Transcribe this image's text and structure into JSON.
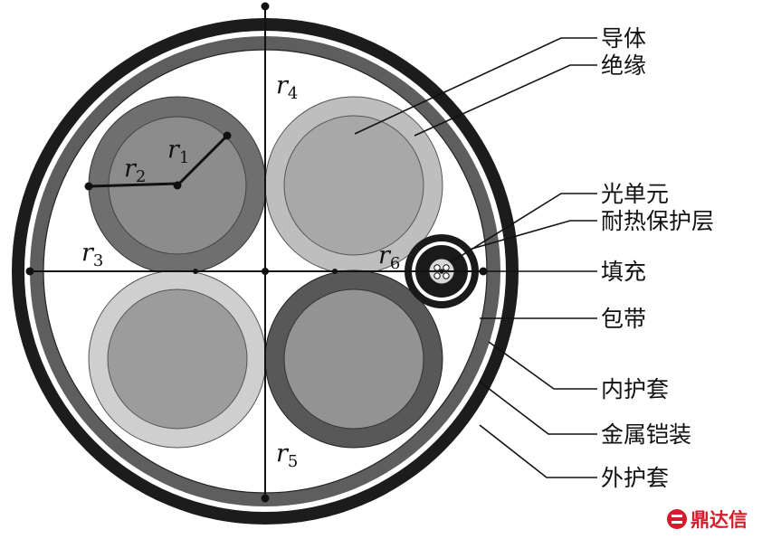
{
  "labels": {
    "conductor": "导体",
    "insulation": "绝缘",
    "optical_unit": "光单元",
    "heat_protection": "耐热保护层",
    "filler": "填充",
    "wrapping_tape": "包带",
    "inner_sheath": "内护套",
    "metal_armor": "金属铠装",
    "outer_sheath": "外护套"
  },
  "radii": {
    "r1": {
      "base": "r",
      "sub": "1"
    },
    "r2": {
      "base": "r",
      "sub": "2"
    },
    "r3": {
      "base": "r",
      "sub": "3"
    },
    "r4": {
      "base": "r",
      "sub": "4"
    },
    "r5": {
      "base": "r",
      "sub": "5"
    },
    "r6": {
      "base": "r",
      "sub": "6"
    }
  },
  "watermark": {
    "icon": "brand-logo-icon",
    "text": "鼎达信",
    "color": "#d61c2c"
  },
  "colors": {
    "outer_sheath": "#1c1c1c",
    "metal_armor": "#5e5e5e",
    "conductor_tl": "#8c8c8c",
    "insulation_tl": "#6f6f6f",
    "conductor_tr": "#a8a8a8",
    "insulation_tr": "#bebebe",
    "conductor_bl": "#9c9c9c",
    "insulation_bl": "#cfcfcf",
    "conductor_br": "#939393",
    "insulation_br": "#585858"
  }
}
